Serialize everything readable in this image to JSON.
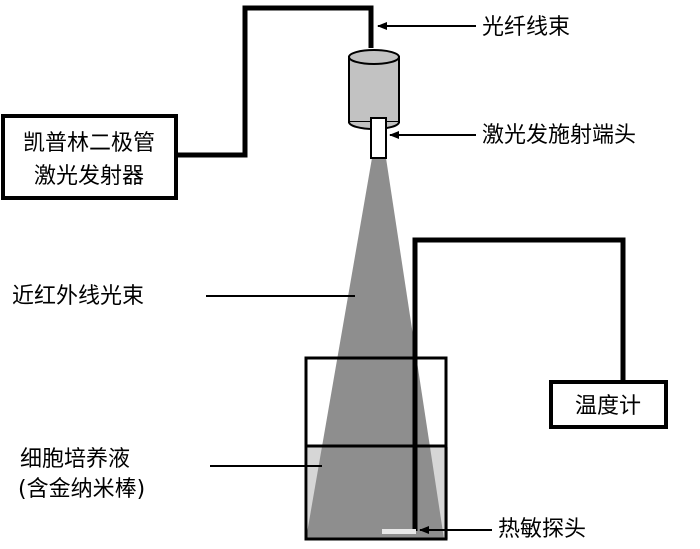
{
  "labels": {
    "fiber_bundle": "光纤线束",
    "laser_line1": "凯普林二极管",
    "laser_line2": "激光发射器",
    "emitter_tip": "激光发施射端头",
    "nir_beam": "近红外线光束",
    "thermometer": "温度计",
    "culture_line1": "细胞培养液",
    "culture_line2": "(含金纳米棒)",
    "thermal_probe": "热敏探头"
  },
  "colors": {
    "beam": "#8e8e8e",
    "housing": "#c2c2c2",
    "liquid": "#d6d6d6",
    "line": "#000000"
  }
}
